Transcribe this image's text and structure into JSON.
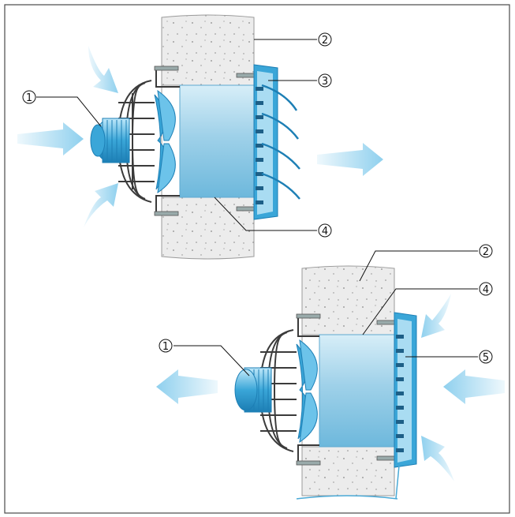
{
  "figure": {
    "callouts_top": {
      "motor": "1",
      "wall": "2",
      "shutter": "3",
      "sleeve": "4"
    },
    "callouts_bottom": {
      "motor": "1",
      "wall": "2",
      "sleeve": "4",
      "grille": "5"
    }
  },
  "colors": {
    "wall_fill": "#ebebeb",
    "wall_edge": "#9a9a9a",
    "fan_blue": "#3aa6d8",
    "fan_light": "#a9dcf2",
    "airflow": "#8fd0ee",
    "frame": "#4a4a4a"
  },
  "icons": [
    "airflow-arrow",
    "fan-guard",
    "motor",
    "shutter-louvers",
    "fixing-bolt"
  ]
}
